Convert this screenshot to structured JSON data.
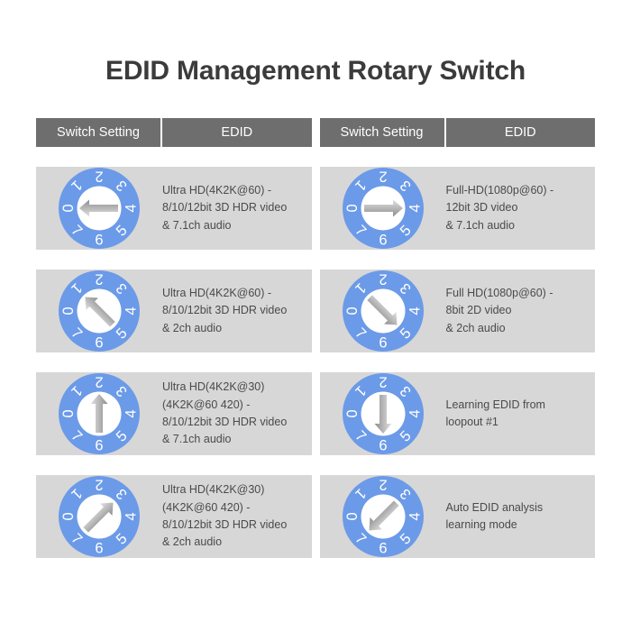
{
  "page": {
    "title": "EDID Management Rotary Switch"
  },
  "columns": {
    "switch_setting": "Switch Setting",
    "edid": "EDID"
  },
  "colors": {
    "header_bar": "#6e6e6e",
    "row_band": "#d7d7d7",
    "dial_blue": "#6b9ae8",
    "dial_hub": "#ffffff",
    "arrow_gray_light": "#e2e2e2",
    "arrow_gray_dark": "#8d8d8d",
    "title_text": "#3b3b3b",
    "body_text": "#4a4a4a",
    "page_background": "#ffffff"
  },
  "dial": {
    "digits": [
      "0",
      "1",
      "2",
      "3",
      "4",
      "5",
      "6",
      "7"
    ],
    "digit_start_angle_deg": 180,
    "digit_step_deg": 45
  },
  "tables": [
    {
      "name": "left-table",
      "rows": [
        {
          "switch_position": "0",
          "arrow_angle_deg": 180,
          "edid": "Ultra HD(4K2K@60) -\n8/10/12bit 3D HDR video\n& 7.1ch audio"
        },
        {
          "switch_position": "1",
          "arrow_angle_deg": 225,
          "edid": "Ultra HD(4K2K@60) -\n8/10/12bit 3D HDR video\n& 2ch audio"
        },
        {
          "switch_position": "2",
          "arrow_angle_deg": 270,
          "edid": "Ultra HD(4K2K@30)\n(4K2K@60 420) -\n8/10/12bit 3D HDR video\n& 7.1ch audio"
        },
        {
          "switch_position": "3",
          "arrow_angle_deg": 315,
          "edid": "Ultra HD(4K2K@30)\n(4K2K@60 420) -\n8/10/12bit 3D HDR video\n& 2ch audio"
        }
      ]
    },
    {
      "name": "right-table",
      "rows": [
        {
          "switch_position": "4",
          "arrow_angle_deg": 0,
          "edid": "Full-HD(1080p@60) -\n12bit 3D video\n& 7.1ch audio"
        },
        {
          "switch_position": "5",
          "arrow_angle_deg": 45,
          "edid": "Full HD(1080p@60) -\n8bit 2D video\n& 2ch audio"
        },
        {
          "switch_position": "6",
          "arrow_angle_deg": 90,
          "edid": "Learning EDID from\nloopout #1"
        },
        {
          "switch_position": "7",
          "arrow_angle_deg": 135,
          "edid": "Auto EDID analysis\nlearning mode"
        }
      ]
    }
  ]
}
